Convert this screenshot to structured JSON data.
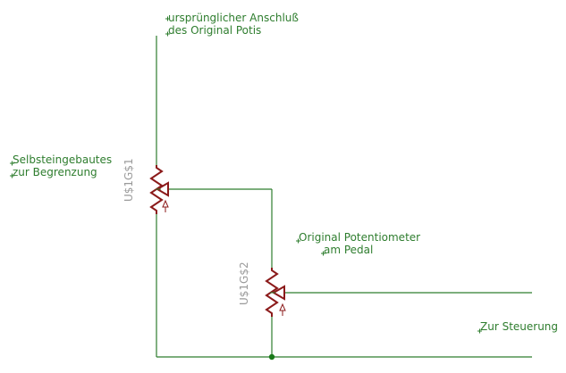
{
  "labels": {
    "top_line1": "ursprünglicher Anschluß",
    "top_line2": "des Original Potis",
    "left_line1": "Selbsteingebautes",
    "left_line2": "zur Begrenzung",
    "pedal_line1": "Original Potentiometer",
    "pedal_line2": "am Pedal",
    "output": "Zur Steuerung"
  },
  "parts": {
    "pot1_ref": "U$1G$1",
    "pot2_ref": "U$1G$2"
  },
  "colors": {
    "wire": "#2e7d2e",
    "component": "#8b1a1a",
    "refdes": "#9a9a9a",
    "junction": "#1a7a1a"
  }
}
